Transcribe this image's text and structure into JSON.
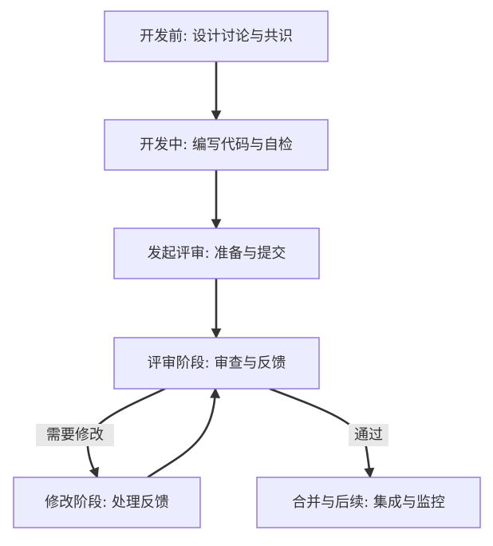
{
  "nodes": {
    "design": "开发前: 设计讨论与共识",
    "develop": "开发中: 编写代码与自检",
    "submit": "发起评审: 准备与提交",
    "review": "评审阶段: 审查与反馈",
    "revise": "修改阶段: 处理反馈",
    "merge": "合并与后续: 集成与监控"
  },
  "edges": {
    "needs_change": "需要修改",
    "approved": "通过"
  },
  "colors": {
    "node_fill": "#ECECFF",
    "node_border": "#9370DB",
    "edge": "#333333",
    "label_bg": "#e8e8e8"
  }
}
